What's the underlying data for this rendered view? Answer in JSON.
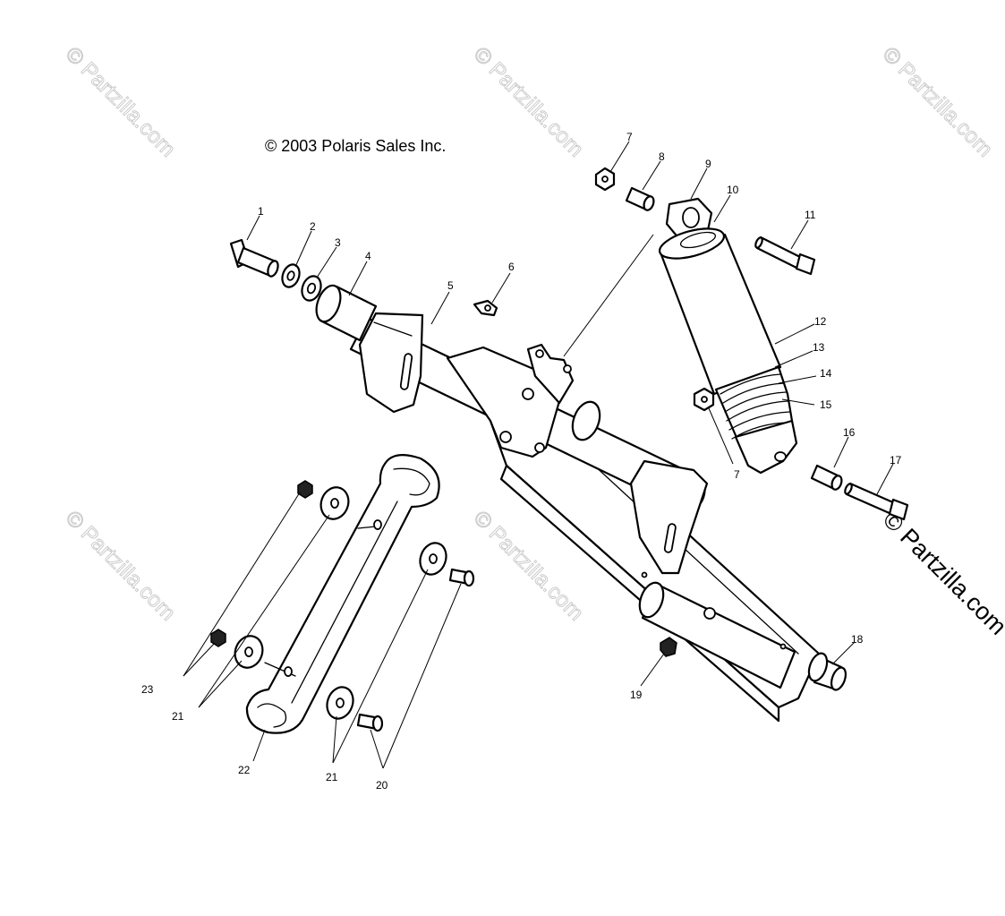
{
  "copyright": "© 2003 Polaris Sales Inc.",
  "watermark": "© Partzilla.com",
  "callouts": [
    {
      "id": "c1",
      "text": "1"
    },
    {
      "id": "c2",
      "text": "2"
    },
    {
      "id": "c3",
      "text": "3"
    },
    {
      "id": "c4",
      "text": "4"
    },
    {
      "id": "c5",
      "text": "5"
    },
    {
      "id": "c6",
      "text": "6"
    },
    {
      "id": "c7a",
      "text": "7"
    },
    {
      "id": "c7b",
      "text": "7"
    },
    {
      "id": "c8",
      "text": "8"
    },
    {
      "id": "c9",
      "text": "9"
    },
    {
      "id": "c10",
      "text": "10"
    },
    {
      "id": "c11",
      "text": "11"
    },
    {
      "id": "c12",
      "text": "12"
    },
    {
      "id": "c13",
      "text": "13"
    },
    {
      "id": "c14",
      "text": "14"
    },
    {
      "id": "c15",
      "text": "15"
    },
    {
      "id": "c16",
      "text": "16"
    },
    {
      "id": "c17",
      "text": "17"
    },
    {
      "id": "c18",
      "text": "18"
    },
    {
      "id": "c19",
      "text": "19"
    },
    {
      "id": "c20",
      "text": "20"
    },
    {
      "id": "c21a",
      "text": "21"
    },
    {
      "id": "c21b",
      "text": "21"
    },
    {
      "id": "c22",
      "text": "22"
    },
    {
      "id": "c23",
      "text": "23"
    }
  ]
}
